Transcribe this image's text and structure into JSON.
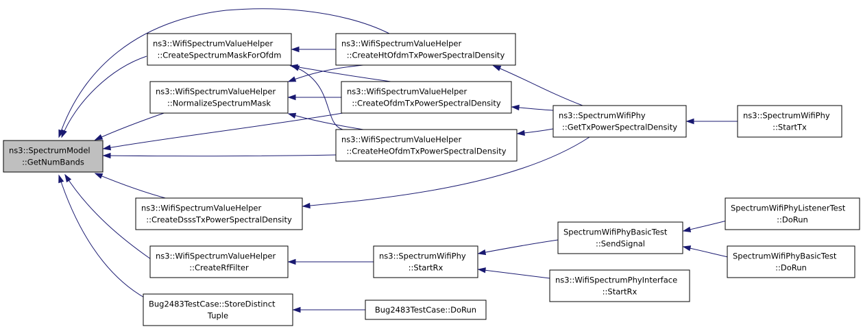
{
  "colors": {
    "edge": "#191970",
    "root_fill": "#bfbfbf",
    "node_fill": "#ffffff",
    "node_border": "#000000"
  },
  "nodes": [
    {
      "id": "root",
      "lines": [
        "ns3::SpectrumModel",
        "::GetNumBands"
      ]
    },
    {
      "id": "mask",
      "lines": [
        "ns3::WifiSpectrumValueHelper",
        "::CreateSpectrumMaskForOfdm"
      ]
    },
    {
      "id": "norm",
      "lines": [
        "ns3::WifiSpectrumValueHelper",
        "::NormalizeSpectrumMask"
      ]
    },
    {
      "id": "dsss",
      "lines": [
        "ns3::WifiSpectrumValueHelper",
        "::CreateDsssTxPowerSpectralDensity"
      ]
    },
    {
      "id": "rf",
      "lines": [
        "ns3::WifiSpectrumValueHelper",
        "::CreateRfFilter"
      ]
    },
    {
      "id": "bug",
      "lines": [
        "Bug2483TestCase::StoreDistinct",
        "Tuple"
      ]
    },
    {
      "id": "ht",
      "lines": [
        "ns3::WifiSpectrumValueHelper",
        "::CreateHtOfdmTxPowerSpectralDensity"
      ]
    },
    {
      "id": "ofdm",
      "lines": [
        "ns3::WifiSpectrumValueHelper",
        "::CreateOfdmTxPowerSpectralDensity"
      ]
    },
    {
      "id": "he",
      "lines": [
        "ns3::WifiSpectrumValueHelper",
        "::CreateHeOfdmTxPowerSpectralDensity"
      ]
    },
    {
      "id": "startrx",
      "lines": [
        "ns3::SpectrumWifiPhy",
        "::StartRx"
      ]
    },
    {
      "id": "bugrun",
      "lines": [
        "Bug2483TestCase::DoRun"
      ]
    },
    {
      "id": "gettx",
      "lines": [
        "ns3::SpectrumWifiPhy",
        "::GetTxPowerSpectralDensity"
      ]
    },
    {
      "id": "send",
      "lines": [
        "SpectrumWifiPhyBasicTest",
        "::SendSignal"
      ]
    },
    {
      "id": "iface",
      "lines": [
        "ns3::WifiSpectrumPhyInterface",
        "::StartRx"
      ]
    },
    {
      "id": "starttx",
      "lines": [
        "ns3::SpectrumWifiPhy",
        "::StartTx"
      ]
    },
    {
      "id": "listener",
      "lines": [
        "SpectrumWifiPhyListenerTest",
        "::DoRun"
      ]
    },
    {
      "id": "basicrun",
      "lines": [
        "SpectrumWifiPhyBasicTest",
        "::DoRun"
      ]
    }
  ],
  "edges": [
    {
      "from": "mask",
      "to": "root"
    },
    {
      "from": "norm",
      "to": "root"
    },
    {
      "from": "dsss",
      "to": "root"
    },
    {
      "from": "rf",
      "to": "root"
    },
    {
      "from": "bug",
      "to": "root"
    },
    {
      "from": "ht",
      "to": "root"
    },
    {
      "from": "ofdm",
      "to": "root"
    },
    {
      "from": "he",
      "to": "root"
    },
    {
      "from": "ht",
      "to": "mask"
    },
    {
      "from": "ofdm",
      "to": "mask"
    },
    {
      "from": "he",
      "to": "mask"
    },
    {
      "from": "ht",
      "to": "norm"
    },
    {
      "from": "ofdm",
      "to": "norm"
    },
    {
      "from": "he",
      "to": "norm"
    },
    {
      "from": "gettx",
      "to": "ht"
    },
    {
      "from": "gettx",
      "to": "ofdm"
    },
    {
      "from": "gettx",
      "to": "he"
    },
    {
      "from": "gettx",
      "to": "dsss"
    },
    {
      "from": "starttx",
      "to": "gettx"
    },
    {
      "from": "startrx",
      "to": "rf"
    },
    {
      "from": "send",
      "to": "startrx"
    },
    {
      "from": "iface",
      "to": "startrx"
    },
    {
      "from": "listener",
      "to": "send"
    },
    {
      "from": "basicrun",
      "to": "send"
    },
    {
      "from": "bugrun",
      "to": "bug"
    }
  ]
}
